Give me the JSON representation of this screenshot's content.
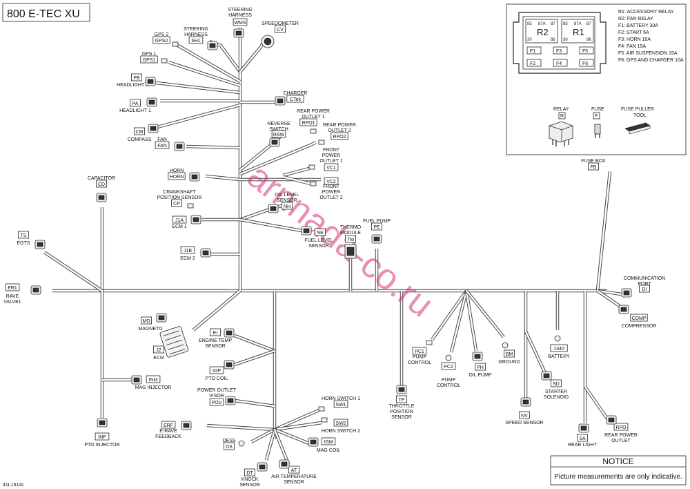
{
  "title": "800 E-TEC XU",
  "doc_code": "41L1614c",
  "watermark": "arnnada-co.ru",
  "notice": {
    "heading": "NOTICE",
    "text": "Picture measurements are only indicative."
  },
  "legend": [
    "R1: ACCESSORY RELAY",
    "R2: FAN RELAY",
    "F1: BATTERY 30A",
    "F2: START 5A",
    "F3: HORN 10A",
    "F4: FAN 15A",
    "F5: AIR SUSPENSION 15A",
    "F6: GPS AND CHARGER 10A"
  ],
  "fusebox": {
    "relays": [
      "R2",
      "R1"
    ],
    "pins_top": [
      "85",
      "87A",
      "87",
      "85",
      "87A",
      "87"
    ],
    "pins_bottom": [
      "30",
      "86",
      "30",
      "86"
    ],
    "fuses": [
      "F1",
      "F3",
      "F5",
      "F2",
      "F4",
      "F6"
    ]
  },
  "tools": [
    {
      "label": "RELAY",
      "code": "R"
    },
    {
      "label": "FUSE",
      "code": "F"
    },
    {
      "label": "FUSE PULLER\nTOOL",
      "code": ""
    }
  ],
  "components": [
    {
      "id": "wms",
      "label": "STEERING\nHARNESS",
      "code": "WMS"
    },
    {
      "id": "cv",
      "label": "SPEEDOMETER",
      "code": "CV"
    },
    {
      "id": "sh1",
      "label": "STEERING\nHARNESS",
      "code": "SH1"
    },
    {
      "id": "gps2",
      "label": "GPS 2",
      "code": "GPS2"
    },
    {
      "id": "gps1",
      "label": "GPS 1",
      "code": "GPS1"
    },
    {
      "id": "pb",
      "label": "HEADLIGHT 2",
      "code": "PB"
    },
    {
      "id": "pa",
      "label": "HEADLIGHT 1",
      "code": "PA"
    },
    {
      "id": "cm",
      "label": "COMPASS",
      "code": "CM"
    },
    {
      "id": "fan",
      "label": "FAN",
      "code": "FAN"
    },
    {
      "id": "ctek",
      "label": "CHARGER",
      "code": "CTek"
    },
    {
      "id": "rpo1",
      "label": "REAR POWER\nOUTLET 1",
      "code": "RPO1"
    },
    {
      "id": "rpo2",
      "label": "REAR POWER\nOUTLET 2",
      "code": "RPO2"
    },
    {
      "id": "rsw",
      "label": "REVERSE\nSWITCH",
      "code": "RSW"
    },
    {
      "id": "vc1",
      "label": "FRONT\nPOWER\nOUTLET 1",
      "code": "VC1"
    },
    {
      "id": "vc2",
      "label": "FRONT\nPOWER\nOUTLET 2",
      "code": "VC2"
    },
    {
      "id": "horn",
      "label": "HORN",
      "code": "HORN"
    },
    {
      "id": "cd",
      "label": "CAPACITOR",
      "code": "CD"
    },
    {
      "id": "cp",
      "label": "CRANKSHAFT\nPOSITION SENSOR",
      "code": "CP"
    },
    {
      "id": "nh",
      "label": "OIL LEVEL\nSENSOR",
      "code": "NH"
    },
    {
      "id": "j1a",
      "label": "ECM 1",
      "code": "J1A"
    },
    {
      "id": "ne",
      "label": "FUEL LEVEL\nSENSOR",
      "code": "NE"
    },
    {
      "id": "tm",
      "label": "THERMO\nMODULE",
      "code": "TM"
    },
    {
      "id": "pe",
      "label": "FUEL PUMP",
      "code": "PE"
    },
    {
      "id": "ts",
      "label": "EGTS",
      "code": "TS"
    },
    {
      "id": "j1b",
      "label": "ECM 2",
      "code": "J1B"
    },
    {
      "id": "fb",
      "label": "FUSE BOX",
      "code": "FB"
    },
    {
      "id": "er1",
      "label": "RAVE\nVALVE1",
      "code": "ER1"
    },
    {
      "id": "di",
      "label": "COMMUNICATION\nPORT",
      "code": "DI"
    },
    {
      "id": "comp",
      "label": "COMPRESSOR",
      "code": "COMP"
    },
    {
      "id": "mo",
      "label": "MAGNETO",
      "code": "MO"
    },
    {
      "id": "j2",
      "label": "ECM",
      "code": "J2"
    },
    {
      "id": "ei",
      "label": "ENGINE TEMP\nSENSOR",
      "code": "EI"
    },
    {
      "id": "pc1",
      "label": "PUMP\nCONTROL",
      "code": "PC1"
    },
    {
      "id": "pc2",
      "label": "PUMP\nCONTROL",
      "code": "PC2"
    },
    {
      "id": "ph",
      "label": "OIL PUMP",
      "code": "PH"
    },
    {
      "id": "bm",
      "label": "GROUND",
      "code": "BM"
    },
    {
      "id": "bat",
      "label": "BATTERY",
      "code": "1340"
    },
    {
      "id": "igp",
      "label": "PTO COIL",
      "code": "IGP"
    },
    {
      "id": "inm",
      "label": "MAG INJECTOR",
      "code": "INM"
    },
    {
      "id": "sd",
      "label": "STARTER\nSOLENOID",
      "code": "SD"
    },
    {
      "id": "tp",
      "label": "THROTTLE\nPOSITION\nSENSOR",
      "code": "TP"
    },
    {
      "id": "pov",
      "label": "POWER OUTLET\nVISOR",
      "code": "POV"
    },
    {
      "id": "sw1",
      "label": "HORN SWITCH 1",
      "code": "SW1"
    },
    {
      "id": "sw2",
      "label": "HORN SWITCH 2",
      "code": "SW2"
    },
    {
      "id": "nv",
      "label": "SPEED SENSOR",
      "code": "NV"
    },
    {
      "id": "erf",
      "label": "E-RAVE\nFEEDBACK",
      "code": "ERF"
    },
    {
      "id": "inp",
      "label": "PTO INJECTOR",
      "code": "INP"
    },
    {
      "id": "igm",
      "label": "MAG COIL",
      "code": "IGM"
    },
    {
      "id": "ds",
      "label": "DESS",
      "code": "DS"
    },
    {
      "id": "dt",
      "label": "KNOCK\nSENSOR",
      "code": "DT"
    },
    {
      "id": "at",
      "label": "AIR TEMPERATURE\nSENSOR",
      "code": "AT"
    },
    {
      "id": "sa",
      "label": "REAR LIGHT",
      "code": "SA"
    },
    {
      "id": "rpo",
      "label": "REAR POWER\nOUTLET",
      "code": "RPO"
    }
  ]
}
